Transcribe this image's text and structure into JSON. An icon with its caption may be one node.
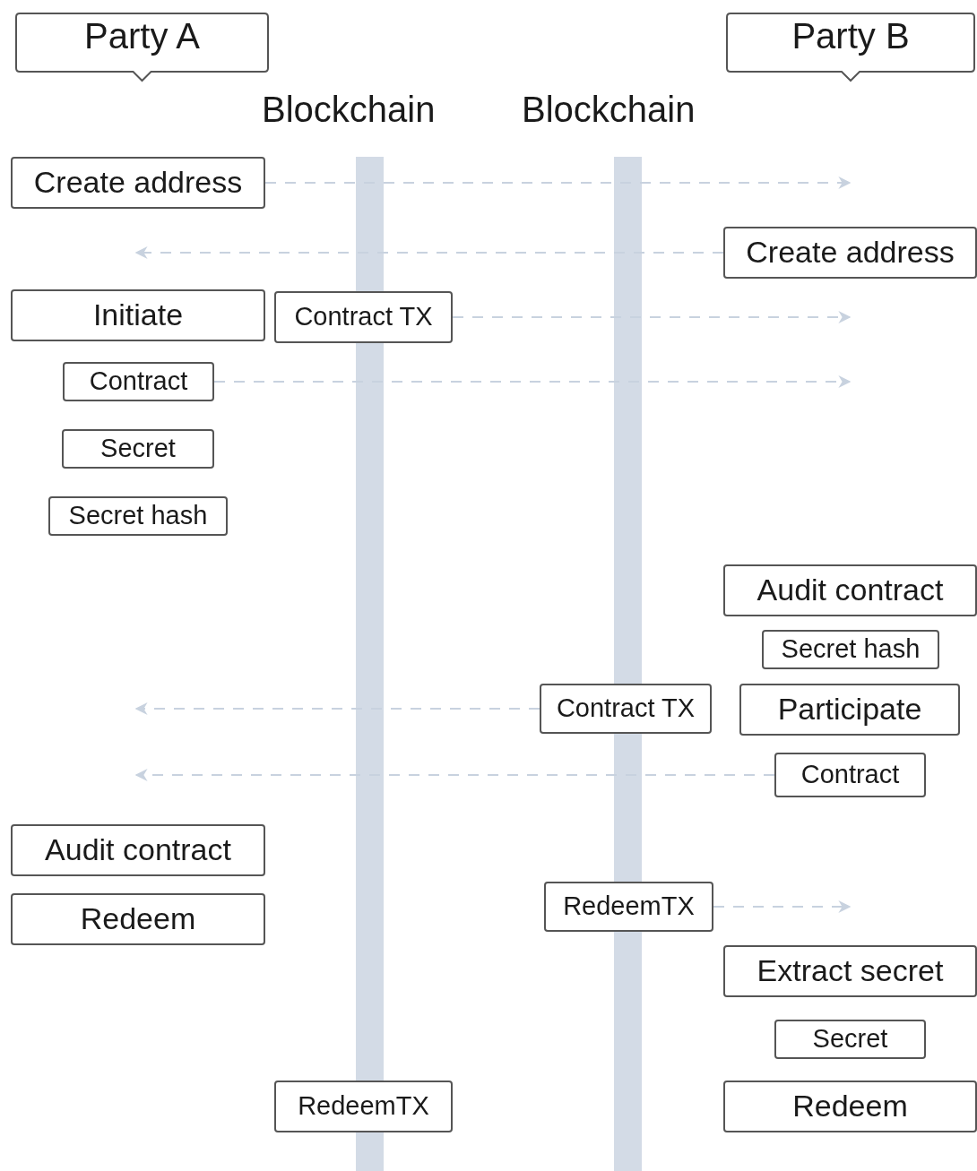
{
  "diagram": {
    "nodes": [
      {
        "text": [
          "Party A"
        ]
      },
      {
        "text": [
          "Party B"
        ]
      },
      {
        "text": [
          "Blockchain"
        ]
      },
      {
        "text": [
          "Blockchain"
        ]
      },
      {
        "text": [
          "Create address"
        ]
      },
      {
        "text": [
          "Create address"
        ]
      },
      {
        "text": [
          "Initiate"
        ]
      },
      {
        "text": [
          "Contract TX"
        ]
      },
      {
        "text": [
          "Contract"
        ]
      },
      {
        "text": [
          "Secret"
        ]
      },
      {
        "text": [
          "Secret hash"
        ]
      },
      {
        "text": [
          "Audit contract"
        ]
      },
      {
        "text": [
          "Secret hash"
        ]
      },
      {
        "text": [
          "Contract TX"
        ]
      },
      {
        "text": [
          "Participate"
        ]
      },
      {
        "text": [
          "Contract"
        ]
      },
      {
        "text": [
          "Audit contract"
        ]
      },
      {
        "text": [
          "RedeemTX"
        ]
      },
      {
        "text": [
          "Redeem"
        ]
      },
      {
        "text": [
          "Extract secret"
        ]
      },
      {
        "text": [
          "Secret"
        ]
      },
      {
        "text": [
          "RedeemTX"
        ]
      },
      {
        "text": [
          "Redeem"
        ]
      }
    ],
    "edges": [
      {
        "from": 4,
        "to": null,
        "arrow": "to",
        "style": "dashed"
      },
      {
        "from": 5,
        "to": null,
        "arrow": "to",
        "style": "dashed"
      },
      {
        "from": 7,
        "to": null,
        "arrow": "to",
        "style": "dashed"
      },
      {
        "from": 8,
        "to": null,
        "arrow": "to",
        "style": "dashed"
      },
      {
        "from": 13,
        "to": null,
        "arrow": "to",
        "style": "dashed"
      },
      {
        "from": 15,
        "to": null,
        "arrow": "to",
        "style": "dashed"
      },
      {
        "from": 17,
        "to": null,
        "arrow": "to",
        "style": "dashed"
      }
    ]
  }
}
